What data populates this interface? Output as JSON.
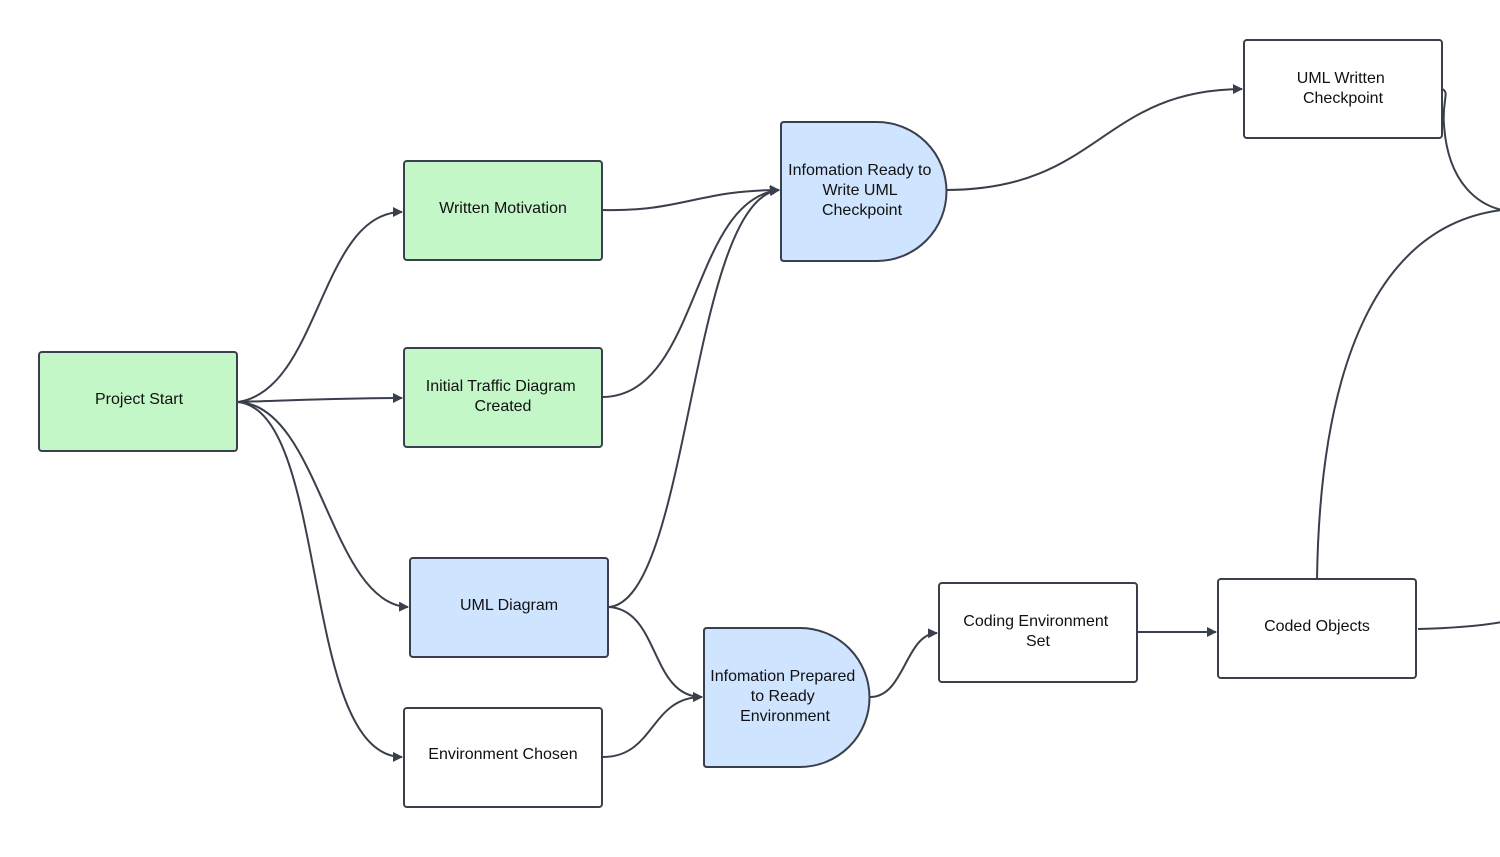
{
  "diagram": {
    "colors": {
      "green_fill": "#c3f7c8",
      "blue_fill": "#cfe4ff",
      "white_fill": "#ffffff",
      "stroke": "#3a3f4c",
      "text": "#111111"
    },
    "nodes": {
      "project_start": {
        "lines": [
          "Project Start"
        ],
        "fill": "green",
        "shape": "rectangle"
      },
      "written_motivation": {
        "lines": [
          "Written Motivation"
        ],
        "fill": "green",
        "shape": "rectangle"
      },
      "initial_traffic": {
        "lines": [
          "Initial Traffic Diagram",
          "Created"
        ],
        "fill": "green",
        "shape": "rectangle"
      },
      "uml_diagram": {
        "lines": [
          "UML Diagram"
        ],
        "fill": "blue",
        "shape": "rectangle"
      },
      "environment_chosen": {
        "lines": [
          "Environment Chosen"
        ],
        "fill": "white",
        "shape": "rectangle"
      },
      "info_ready_uml": {
        "lines": [
          "Infomation Ready to",
          "Write UML",
          "Checkpoint"
        ],
        "fill": "blue",
        "shape": "delay"
      },
      "info_prepared_env": {
        "lines": [
          "Infomation Prepared",
          "to Ready",
          "Environment"
        ],
        "fill": "blue",
        "shape": "delay"
      },
      "uml_written": {
        "lines": [
          "UML Written",
          "Checkpoint"
        ],
        "fill": "white",
        "shape": "rectangle"
      },
      "coding_env_set": {
        "lines": [
          "Coding Environment",
          "Set"
        ],
        "fill": "white",
        "shape": "rectangle"
      },
      "coded_objects": {
        "lines": [
          "Coded Objects"
        ],
        "fill": "white",
        "shape": "rectangle"
      }
    },
    "edges": [
      {
        "from": "project_start",
        "to": "written_motivation"
      },
      {
        "from": "project_start",
        "to": "initial_traffic"
      },
      {
        "from": "project_start",
        "to": "uml_diagram"
      },
      {
        "from": "project_start",
        "to": "environment_chosen"
      },
      {
        "from": "written_motivation",
        "to": "info_ready_uml"
      },
      {
        "from": "initial_traffic",
        "to": "info_ready_uml"
      },
      {
        "from": "uml_diagram",
        "to": "info_ready_uml"
      },
      {
        "from": "uml_diagram",
        "to": "info_prepared_env"
      },
      {
        "from": "environment_chosen",
        "to": "info_prepared_env"
      },
      {
        "from": "info_ready_uml",
        "to": "uml_written"
      },
      {
        "from": "info_prepared_env",
        "to": "coding_env_set"
      },
      {
        "from": "coding_env_set",
        "to": "coded_objects"
      },
      {
        "from": "uml_written",
        "to": "offscreen-right"
      },
      {
        "from": "coded_objects",
        "to": "offscreen-right"
      }
    ]
  }
}
